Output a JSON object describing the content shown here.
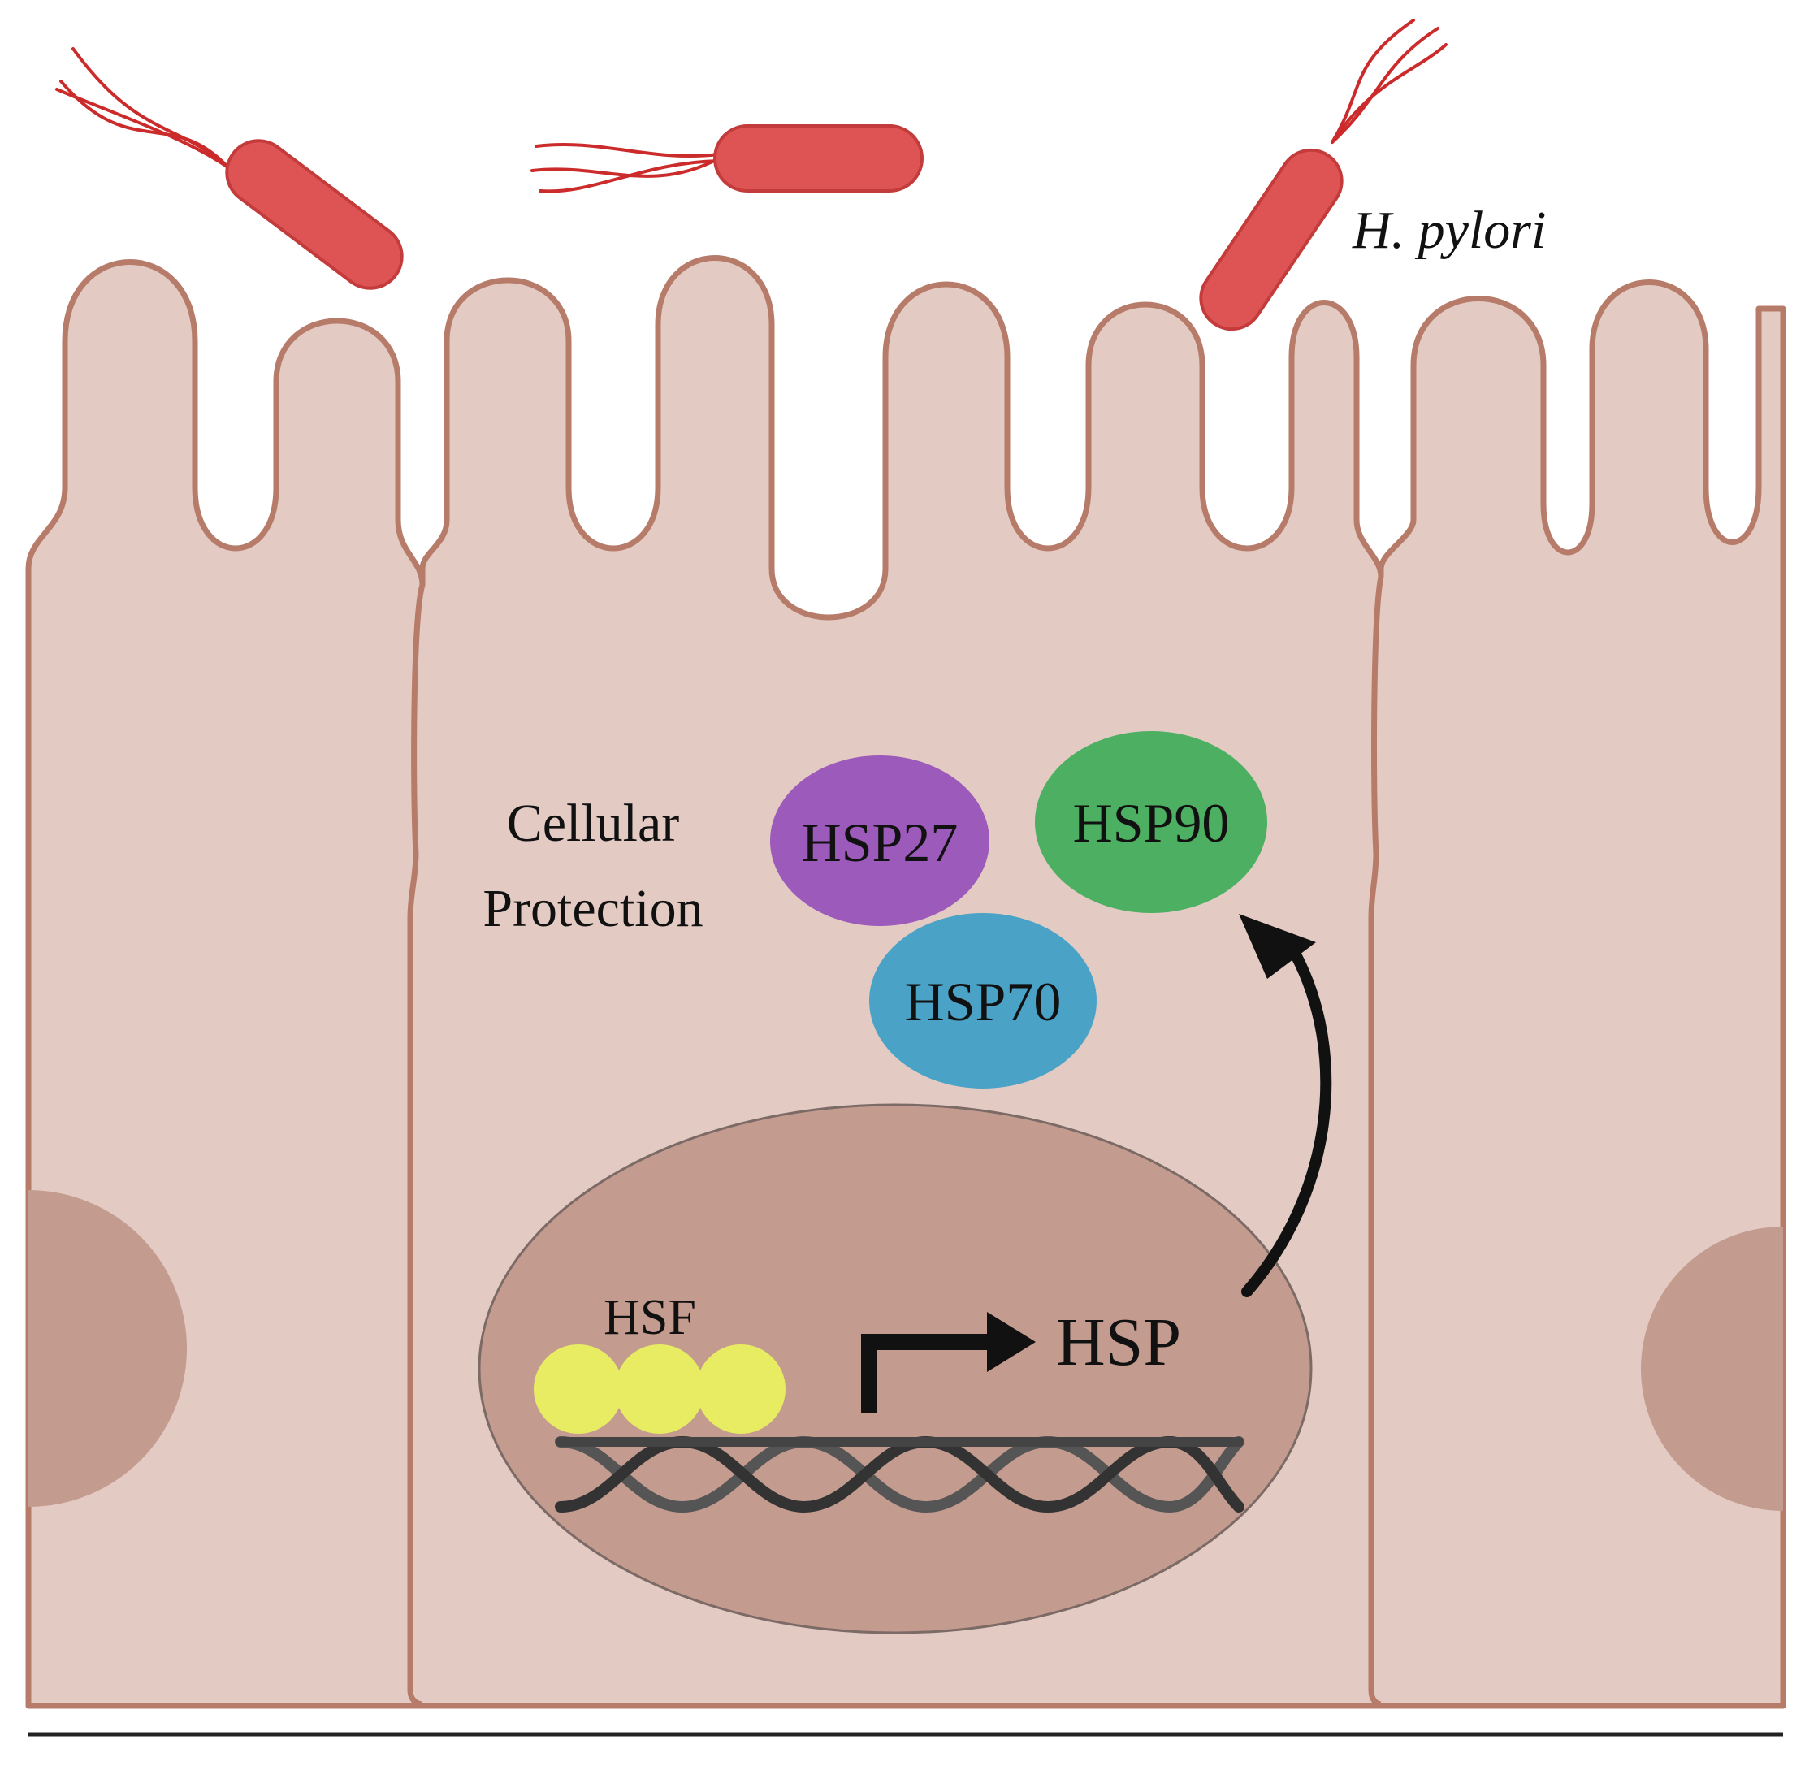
{
  "labels": {
    "h_pylori": "H. pylori",
    "cellular_protection_line1": "Cellular",
    "cellular_protection_line2": "Protection",
    "hsp27": "HSP27",
    "hsp90": "HSP90",
    "hsp70": "HSP70",
    "hsf": "HSF",
    "hsp_gene": "HSP"
  },
  "colors": {
    "background": "#ffffff",
    "cell_fill": "#e3cbc4",
    "cell_outline": "#b77b6a",
    "nucleus_fill": "#c49b8f",
    "nucleus_outline": "#7c6a66",
    "side_nucleus_fill": "#c49b8f",
    "bacterium_fill": "#de5454",
    "bacterium_outline": "#c33b3b",
    "flagella": "#cc2b2b",
    "hsp27": "#9c5bbb",
    "hsp90": "#4caf62",
    "hsp70": "#4aa3c7",
    "hsf": "#e7ec62",
    "dna": "#444444",
    "arrow": "#111111",
    "baseline": "#222222"
  },
  "icons": {
    "bacteria": "rod-bacterium-icon",
    "dna": "double-helix-icon",
    "promoter_arrow": "transcription-arrow-icon",
    "curved_arrow": "curved-arrow-icon"
  }
}
